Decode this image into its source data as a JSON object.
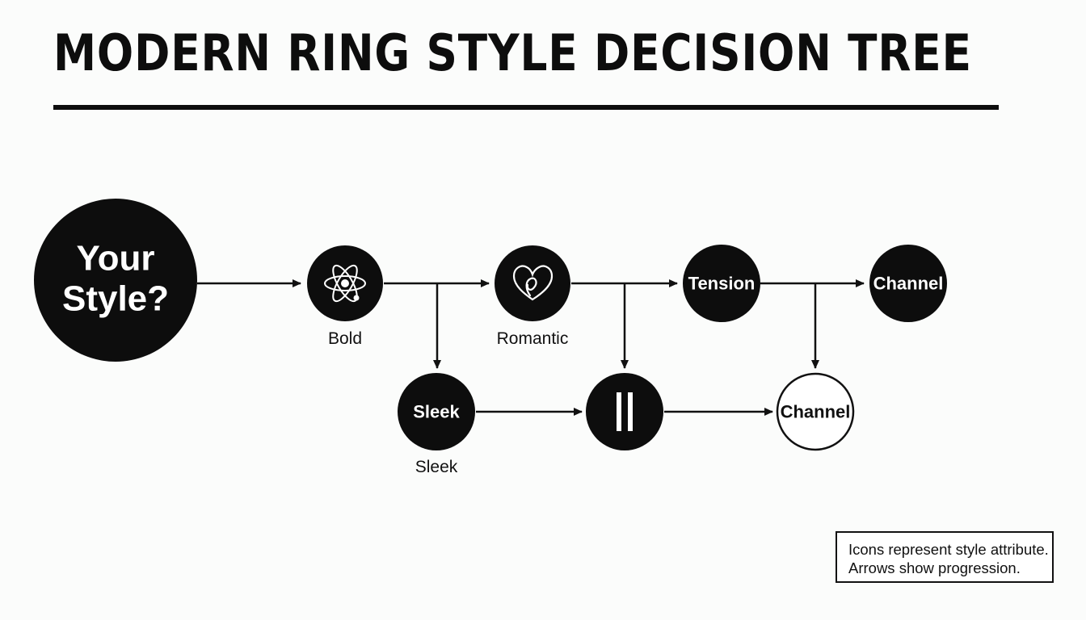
{
  "title": "MODERN RING STYLE DECISION TREE",
  "start_node": {
    "line1": "Your",
    "line2": "Style?"
  },
  "nodes": {
    "bold": {
      "caption": "Bold",
      "icon": "atom-icon"
    },
    "romantic": {
      "caption": "Romantic",
      "icon": "heart-icon"
    },
    "tension": {
      "label": "Tension"
    },
    "channel_top": {
      "label": "Channel"
    },
    "sleek": {
      "label": "Sleek",
      "caption": "Sleek"
    },
    "bars": {
      "icon": "parallel-bars-icon"
    },
    "channel_bottom": {
      "label": "Channel"
    }
  },
  "legend": {
    "line1": "Icons represent style attribute.",
    "line2": "Arrows show progression."
  },
  "colors": {
    "node_fill": "#0d0d0d",
    "background": "#fbfcfb",
    "outline_node_fill": "#ffffff"
  }
}
